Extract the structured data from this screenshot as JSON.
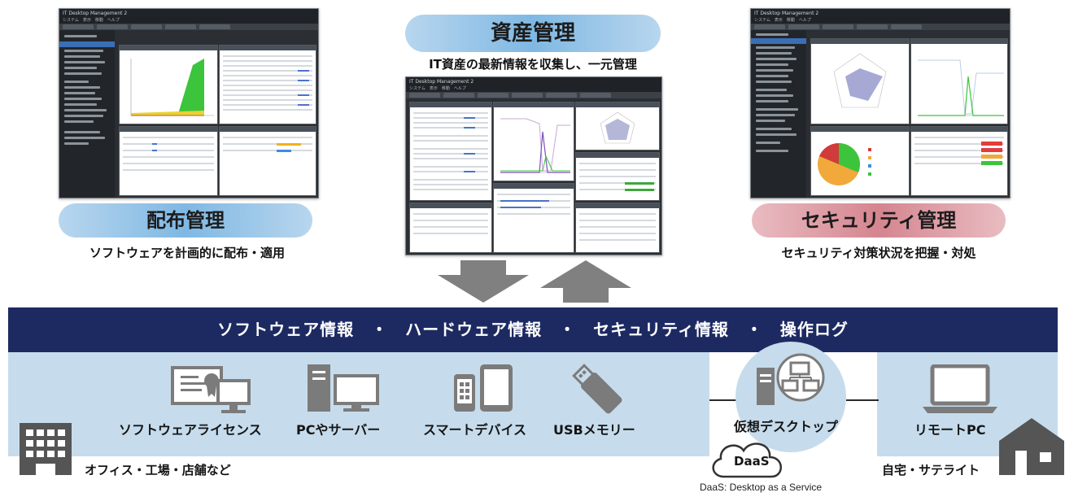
{
  "top": {
    "center_title": "資産管理",
    "center_sub": "IT資産の最新情報を収集し、一元管理",
    "left_title": "配布管理",
    "left_sub": "ソフトウェアを計画的に配布・適用",
    "right_title": "セキュリティ管理",
    "right_sub": "セキュリティ対策状況を把握・対処",
    "app_title": "IT Desktop Management 2",
    "app_menu": "システム　表示　移動　ヘルプ"
  },
  "band": {
    "text": "ソフトウェア情報　・　ハードウェア情報　・　セキュリティ情報　・　操作ログ"
  },
  "items": {
    "software_license": "ソフトウェアライセンス",
    "pc_server": "PCやサーバー",
    "smart_device": "スマートデバイス",
    "usb_memory": "USBメモリー",
    "virtual_desktop": "仮想デスクトップ",
    "remote_pc": "リモートPC",
    "office": "オフィス・工場・店舗など",
    "home": "自宅・サテライト",
    "daas": "DaaS",
    "daas_note": "DaaS: Desktop as a Service"
  },
  "colors": {
    "band": "#1d2a62",
    "zone": "#c6dcec",
    "pill_blue": "#7fb8e3",
    "pill_pink": "#d5858f",
    "icon_gray": "#7b7b7b"
  }
}
